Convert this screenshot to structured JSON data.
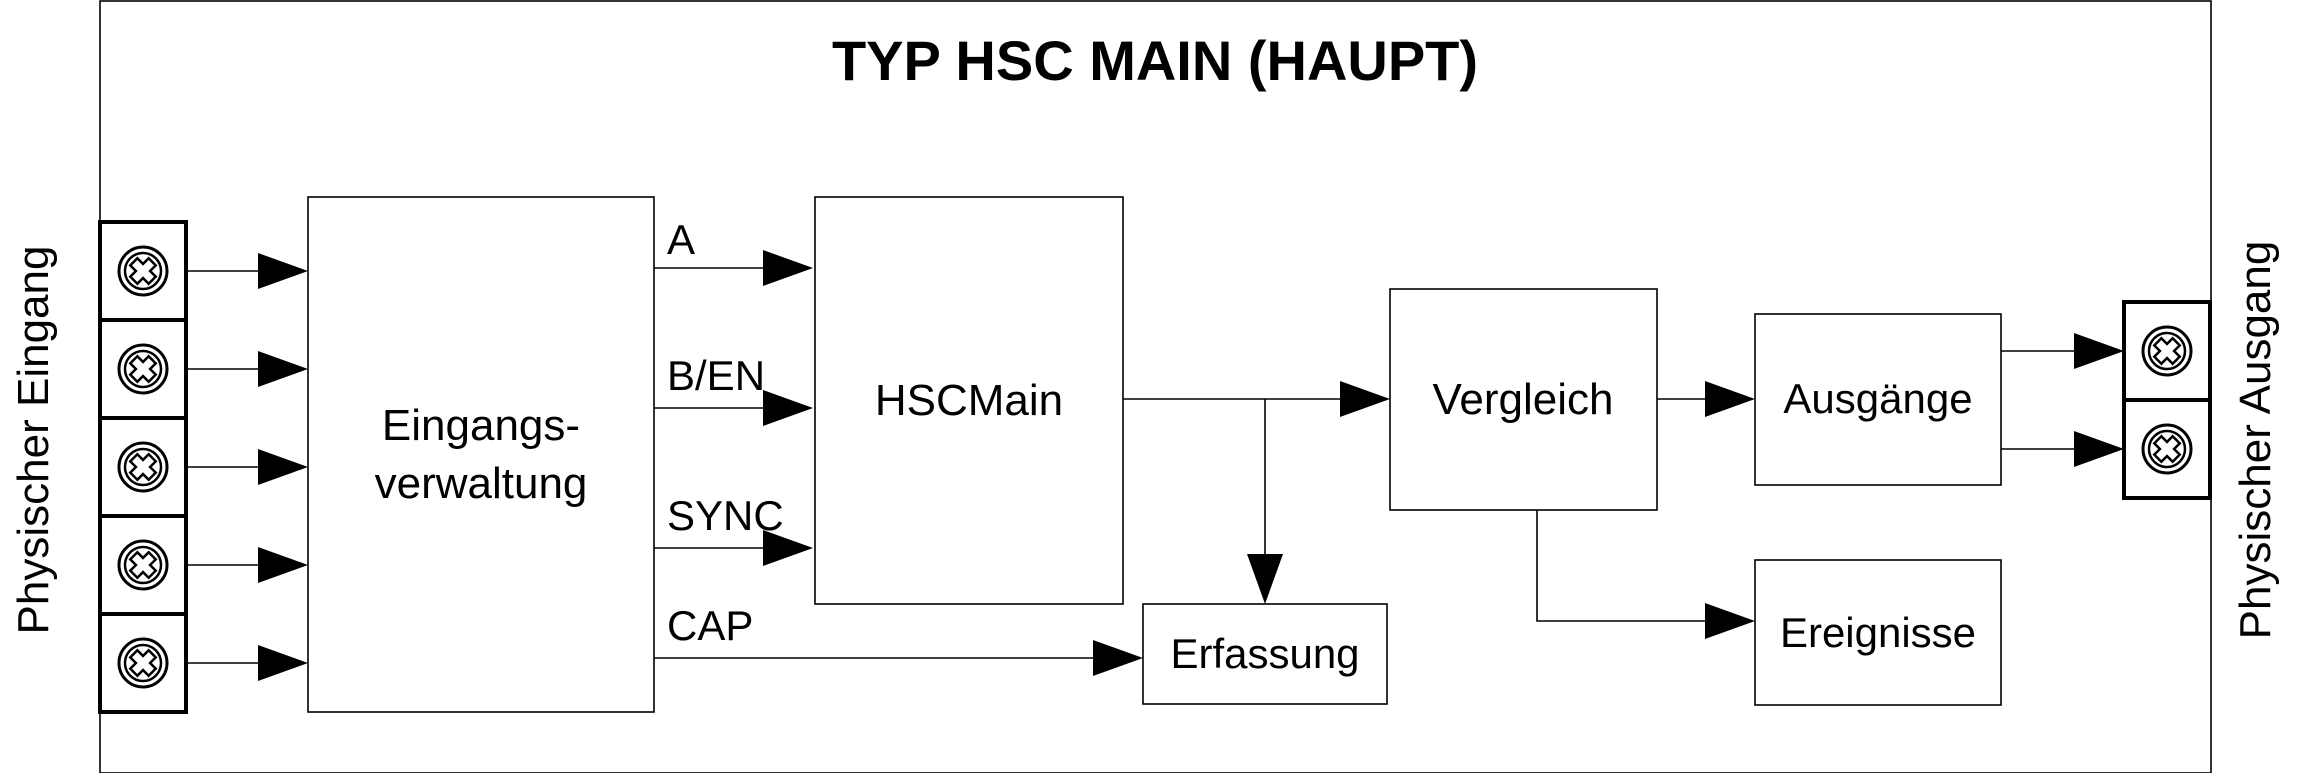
{
  "title": "TYP HSC MAIN (HAUPT)",
  "side_labels": {
    "input": "Physischer Eingang",
    "output": "Physischer Ausgang"
  },
  "blocks": {
    "input_management_line1": "Eingangs-",
    "input_management_line2": "verwaltung",
    "hsc_main": "HSCMain",
    "compare": "Vergleich",
    "outputs": "Ausgänge",
    "capture": "Erfassung",
    "events": "Ereignisse"
  },
  "signals": {
    "a": "A",
    "b_en": "B/EN",
    "sync": "SYNC",
    "cap": "CAP"
  },
  "input_terminal_count": 5,
  "output_terminal_count": 2,
  "icons": {
    "terminal": "screw-terminal-icon",
    "arrow": "arrowhead-icon"
  },
  "colors": {
    "stroke": "#000000",
    "background": "#ffffff"
  }
}
